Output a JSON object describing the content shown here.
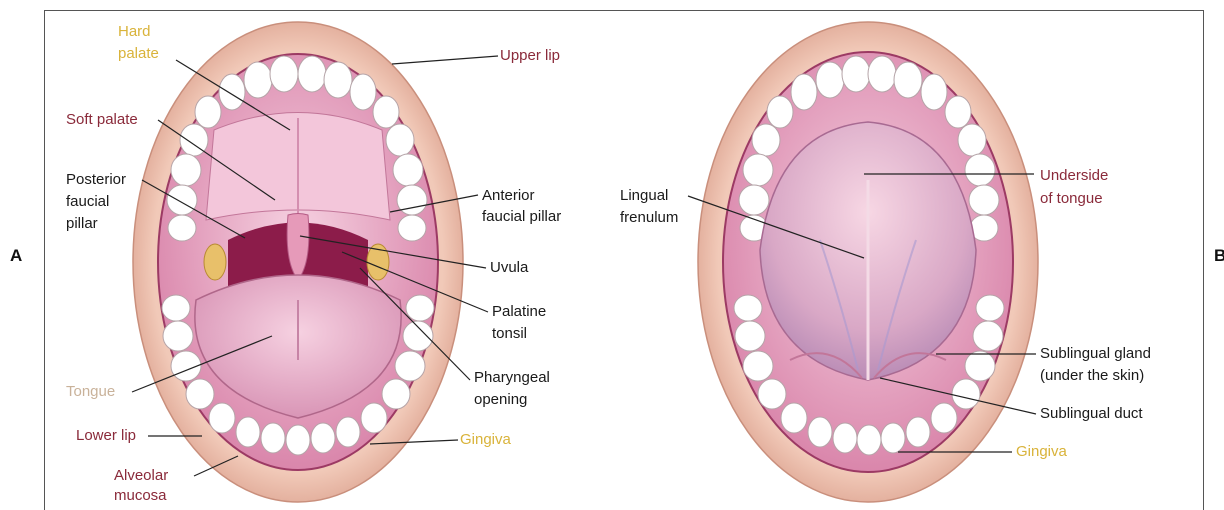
{
  "panels": {
    "a": {
      "letter": "A",
      "labels": {
        "hard_palate_1": "Hard",
        "hard_palate_2": "palate",
        "upper_lip": "Upper lip",
        "soft_palate": "Soft palate",
        "posterior_1": "Posterior",
        "posterior_2": "faucial",
        "posterior_3": "pillar",
        "anterior_1": "Anterior",
        "anterior_2": "faucial pillar",
        "uvula": "Uvula",
        "palatine_1": "Palatine",
        "palatine_2": "tonsil",
        "pharyngeal_1": "Pharyngeal",
        "pharyngeal_2": "opening",
        "tongue": "Tongue",
        "lower_lip": "Lower lip",
        "gingiva": "Gingiva",
        "alveolar_1": "Alveolar",
        "alveolar_2": "mucosa"
      }
    },
    "b": {
      "letter": "B",
      "labels": {
        "lingual_1": "Lingual",
        "lingual_2": "frenulum",
        "underside_1": "Underside",
        "underside_2": "of tongue",
        "sublingual_gland_1": "Sublingual gland",
        "sublingual_gland_2": "(under the skin)",
        "sublingual_duct": "Sublingual duct",
        "gingiva": "Gingiva"
      }
    }
  },
  "colors": {
    "lip": "#e9b9a8",
    "mouth_inner": "#e3a4c0",
    "palate": "#f2c4d8",
    "tongue": "#eab2cc",
    "throat": "#8c1c4a",
    "tooth": "#ffffff",
    "tonsil": "#e8c06a",
    "label_maroon": "#8a2a3a",
    "label_gold": "#d9b33a"
  }
}
